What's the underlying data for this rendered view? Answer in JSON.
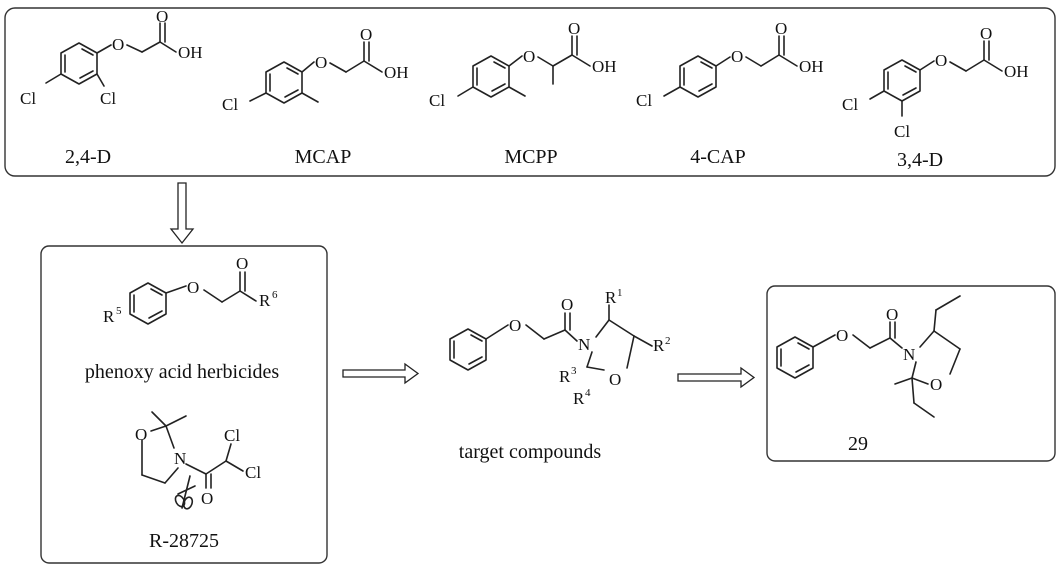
{
  "herbicides": [
    {
      "name": "2,4-D",
      "substituents": [
        "Cl",
        "Cl"
      ],
      "tail": [
        "O",
        "OH"
      ]
    },
    {
      "name": "MCAP",
      "substituents": [
        "Cl"
      ],
      "tail": [
        "O",
        "OH"
      ]
    },
    {
      "name": "MCPP",
      "substituents": [
        "Cl"
      ],
      "tail": [
        "O",
        "OH"
      ]
    },
    {
      "name": "4-CAP",
      "substituents": [
        "Cl"
      ],
      "tail": [
        "O",
        "OH"
      ]
    },
    {
      "name": "3,4-D",
      "substituents": [
        "Cl",
        "Cl"
      ],
      "tail": [
        "O",
        "OH"
      ]
    }
  ],
  "design": {
    "phenoxy_label": "phenoxy acid herbicides",
    "r5": "R",
    "r5_sup": "5",
    "r6": "R",
    "r6_sup": "6",
    "oxygen": "O",
    "safener_name": "R-28725",
    "safener_atoms": {
      "o": "O",
      "n": "N",
      "cl1": "Cl",
      "cl2": "Cl",
      "co": "O"
    }
  },
  "target": {
    "label": "target compounds",
    "atoms": {
      "o_ether": "O",
      "o_carbonyl": "O",
      "n": "N",
      "o_ring": "O"
    },
    "r": "R",
    "sups": [
      "1",
      "2",
      "3",
      "4"
    ]
  },
  "product": {
    "name": "29",
    "atoms": {
      "o_ether": "O",
      "o_carbonyl": "O",
      "n": "N",
      "o_ring": "O"
    }
  }
}
